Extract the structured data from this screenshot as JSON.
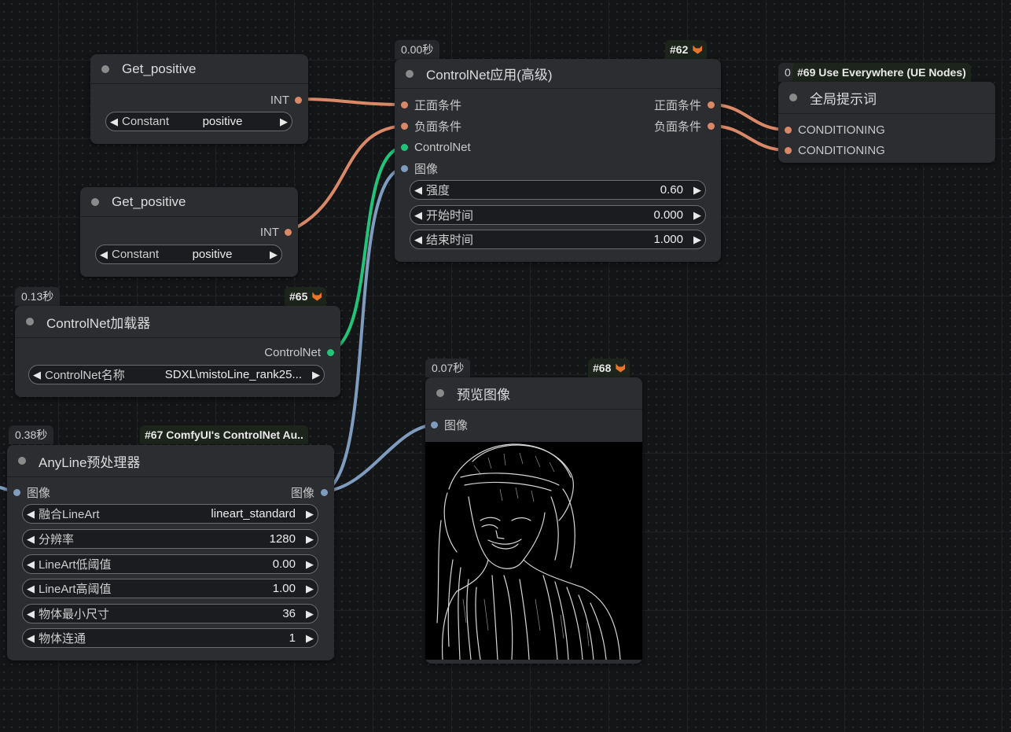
{
  "colors": {
    "canvas": "#141517",
    "node_body": "#2b2d31",
    "conditioning_wire": "#d98967",
    "controlnet_wire": "#22c47a",
    "image_wire": "#7f9cbf",
    "id_badge": "#1d241c"
  },
  "nodes": {
    "get_positive_1": {
      "title": "Get_positive",
      "output_label": "INT",
      "widget": {
        "label": "Constant",
        "value": "positive"
      }
    },
    "get_positive_2": {
      "title": "Get_positive",
      "output_label": "INT",
      "widget": {
        "label": "Constant",
        "value": "positive"
      }
    },
    "controlnet_apply": {
      "time": "0.00秒",
      "badge": "#62",
      "title": "ControlNet应用(高级)",
      "inputs": [
        "正面条件",
        "负面条件",
        "ControlNet",
        "图像"
      ],
      "outputs": [
        "正面条件",
        "负面条件"
      ],
      "widgets": [
        {
          "label": "强度",
          "value": "0.60"
        },
        {
          "label": "开始时间",
          "value": "0.000"
        },
        {
          "label": "结束时间",
          "value": "1.000"
        }
      ]
    },
    "use_everywhere": {
      "time": "0",
      "badge": "#69 Use Everywhere (UE Nodes)",
      "title": "全局提示词",
      "inputs": [
        "CONDITIONING",
        "CONDITIONING"
      ]
    },
    "controlnet_loader": {
      "time": "0.13秒",
      "badge": "#65",
      "title": "ControlNet加载器",
      "output_label": "ControlNet",
      "widget": {
        "label": "ControlNet名称",
        "value": "SDXL\\mistoLine_rank25..."
      }
    },
    "preview_image": {
      "time": "0.07秒",
      "badge": "#68",
      "title": "预览图像",
      "input_label": "图像"
    },
    "anyline": {
      "time": "0.38秒",
      "badge": "#67 ComfyUI's ControlNet Au..",
      "title": "AnyLine预处理器",
      "input_label": "图像",
      "output_label": "图像",
      "widgets": [
        {
          "label": "融合LineArt",
          "value": "lineart_standard"
        },
        {
          "label": "分辨率",
          "value": "1280"
        },
        {
          "label": "LineArt低阈值",
          "value": "0.00"
        },
        {
          "label": "LineArt高阈值",
          "value": "1.00"
        },
        {
          "label": "物体最小尺寸",
          "value": "36"
        },
        {
          "label": "物体连通",
          "value": "1"
        }
      ]
    }
  }
}
